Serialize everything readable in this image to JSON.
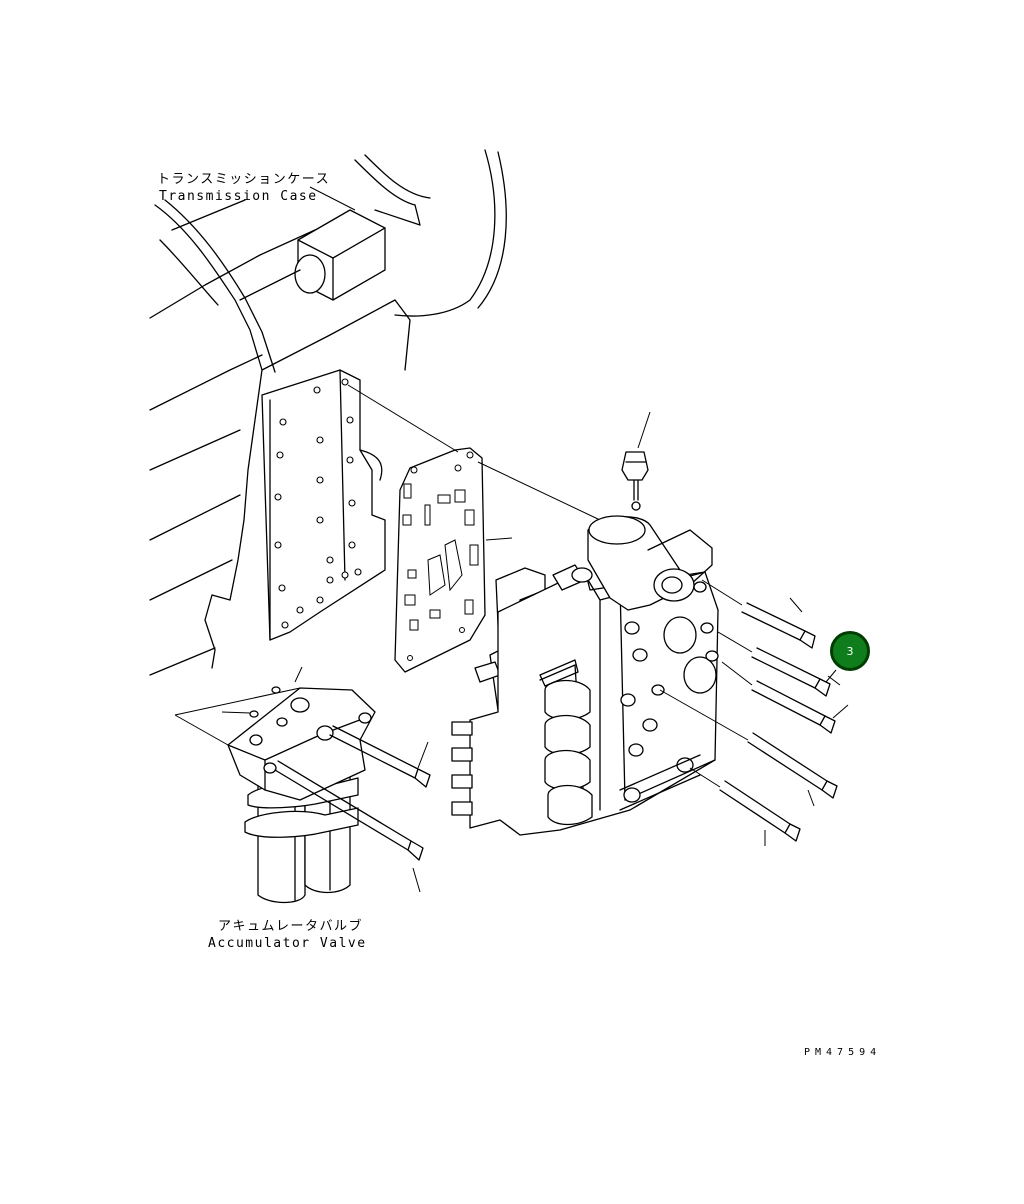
{
  "labels": {
    "transmission_case_jp": "トランスミッションケース",
    "transmission_case_en": "Transmission Case",
    "accumulator_valve_jp": "アキュムレータバルブ",
    "accumulator_valve_en": "Accumulator Valve"
  },
  "callout": {
    "number": "3",
    "color": "#0f7d1c"
  },
  "drawing_code": "PM47594"
}
